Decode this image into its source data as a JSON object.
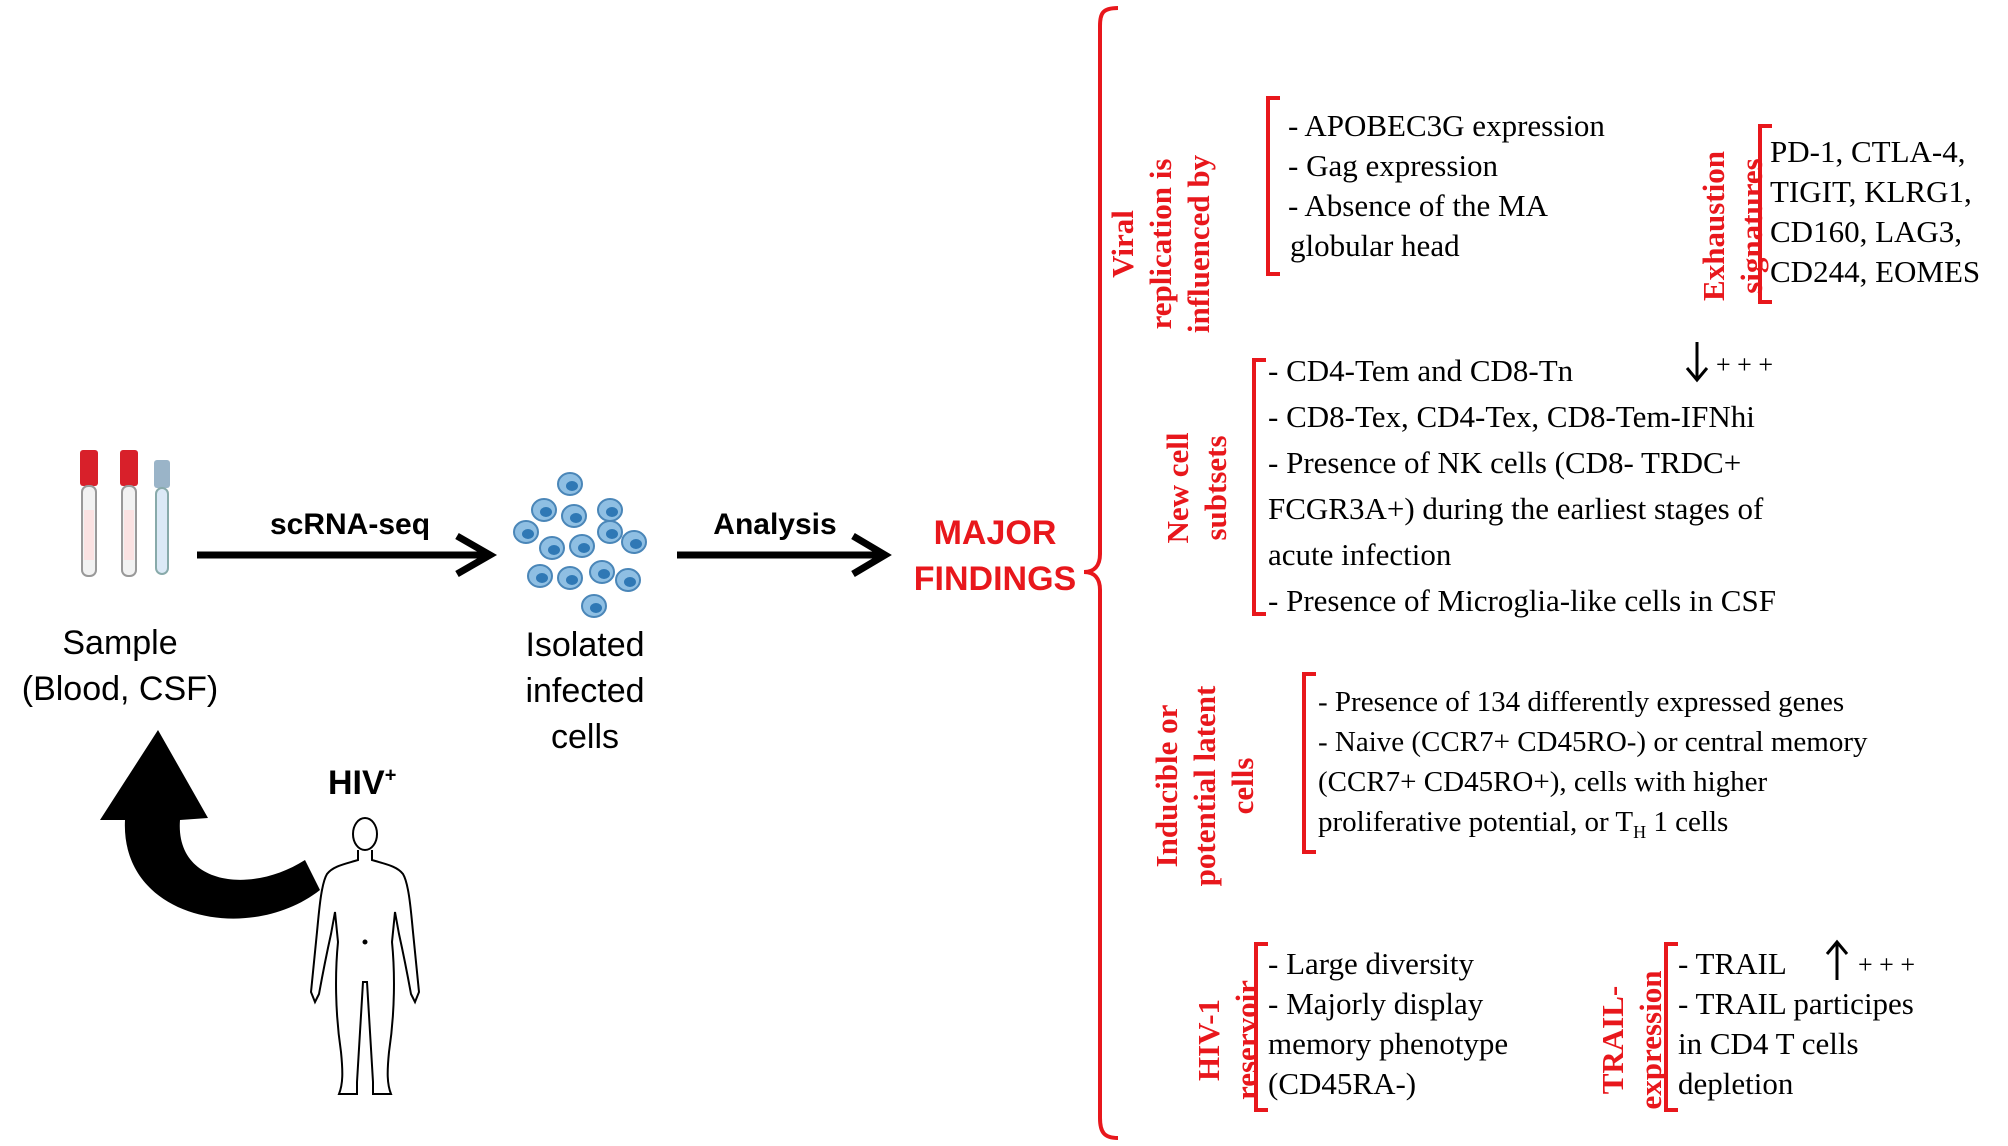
{
  "left": {
    "sample_line1": "Sample",
    "sample_line2": "(Blood, CSF)",
    "step1_label": "scRNA-seq",
    "isolated_line1": "Isolated",
    "isolated_line2": "infected",
    "isolated_line3": "cells",
    "step2_label": "Analysis",
    "major_line1": "MAJOR",
    "major_line2": "FINDINGS",
    "hiv_label": "HIV",
    "hiv_sup": "+"
  },
  "sections": {
    "viral": {
      "label_line1": "Viral",
      "label_line2": "replication is",
      "label_line3": "influenced by",
      "items": [
        "- APOBEC3G expression",
        "- Gag expression",
        "- Absence of the MA",
        "globular head"
      ]
    },
    "exhaustion": {
      "label_line1": "Exhaustion",
      "label_line2": "signatures",
      "items": [
        "PD-1, CTLA-4,",
        "TIGIT, KLRG1,",
        "CD160, LAG3,",
        "CD244, EOMES"
      ]
    },
    "new_cells": {
      "label_line1": "New cell",
      "label_line2": "subtsets",
      "items": [
        "- CD4-Tem and CD8-Tn",
        "- CD8-Tex, CD4-Tex, CD8-Tem-IFNhi",
        "- Presence of NK cells (CD8- TRDC+",
        "FCGR3A+) during the earliest stages of",
        "acute infection",
        "- Presence of Microglia-like cells in CSF"
      ],
      "trend_symbol": "+ + +"
    },
    "inducible": {
      "label_line1": "Inducible or",
      "label_line2": "potential latent",
      "label_line3": "cells",
      "items": [
        "- Presence of 134 differently expressed genes",
        "- Naive (CCR7+ CD45RO-) or central memory",
        "(CCR7+ CD45RO+), cells with higher",
        "proliferative potential, or T"
      ],
      "th_sub": "H",
      "th_tail": " 1 cells"
    },
    "reservoir": {
      "label_line1": "HIV-1",
      "label_line2": "reservoir",
      "items": [
        "- Large diversity",
        "- Majorly display",
        "memory phenotype",
        "(CD45RA-)"
      ]
    },
    "trail": {
      "label_line1": "TRAIL-",
      "label_line2": "expression",
      "items": [
        "- TRAIL",
        "- TRAIL participes",
        "in CD4 T cells",
        "depletion"
      ],
      "trend_symbol": "+ + +"
    }
  },
  "colors": {
    "accent_red": "#e8171c",
    "cell_fill": "#8fbfe3",
    "cell_nucleus": "#2f78b5",
    "tube_cap_red": "#d8202a",
    "tube_cap_blue": "#9ab4c8"
  }
}
